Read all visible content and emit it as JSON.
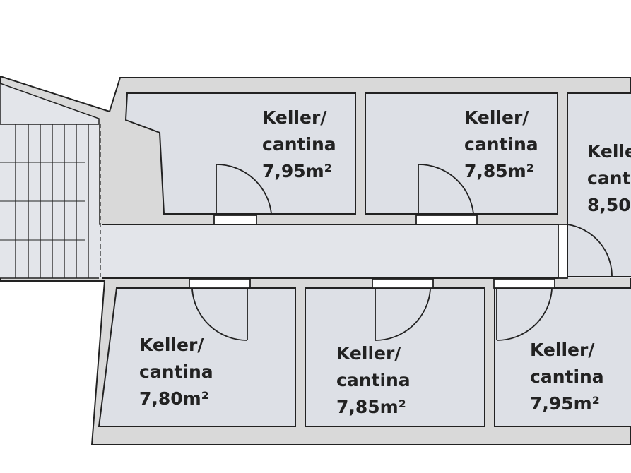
{
  "colors": {
    "wall": "#d9d9d9",
    "wall_outline": "#222222",
    "room_fill": "#dde0e6",
    "corridor_fill": "#e3e5ea",
    "text": "#222222"
  },
  "rooms": [
    {
      "name": "Keller/",
      "name2": "cantina",
      "area": "7,95m²"
    },
    {
      "name": "Keller/",
      "name2": "cantina",
      "area": "7,85m²"
    },
    {
      "name": "Kelle",
      "name2": "cant",
      "area": "8,50"
    },
    {
      "name": "Keller/",
      "name2": "cantina",
      "area": "7,80m²"
    },
    {
      "name": "Keller/",
      "name2": "cantina",
      "area": "7,85m²"
    },
    {
      "name": "Keller/",
      "name2": "cantina",
      "area": "7,95m²"
    }
  ]
}
